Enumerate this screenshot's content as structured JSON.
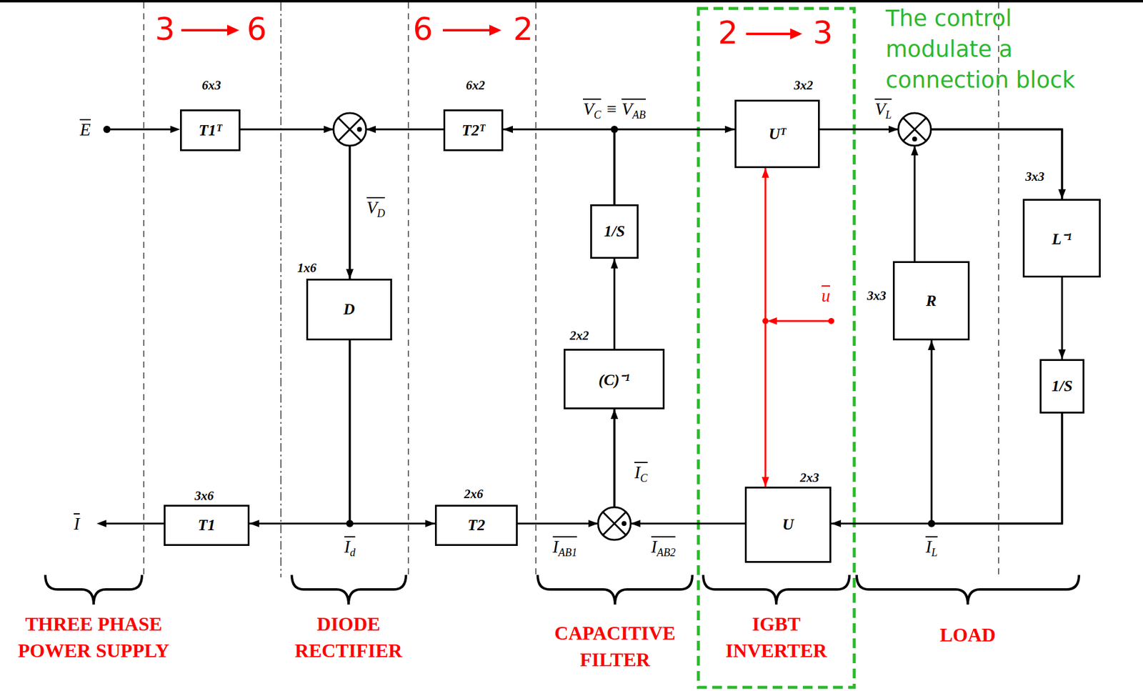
{
  "diagram": {
    "nodes": [
      {
        "text": [
          "T1ᵀ"
        ]
      },
      {
        "text": [
          "T2ᵀ"
        ]
      },
      {
        "text": [
          "Uᵀ"
        ]
      },
      {
        "text": [
          "D"
        ]
      },
      {
        "text": [
          "1/S"
        ]
      },
      {
        "text": [
          "(C)⁻¹"
        ]
      },
      {
        "text": [
          "R"
        ]
      },
      {
        "text": [
          "L⁻¹"
        ]
      },
      {
        "text": [
          "1/S"
        ]
      },
      {
        "text": [
          "T1"
        ]
      },
      {
        "text": [
          "T2"
        ]
      },
      {
        "text": [
          "U"
        ]
      }
    ],
    "edges": [
      {
        "from": 0,
        "to": 3,
        "arrow": "to"
      },
      {
        "from": 1,
        "to": 3,
        "arrow": "to"
      },
      {
        "from": 4,
        "to": 1,
        "arrow": "to"
      },
      {
        "from": 4,
        "to": 2,
        "arrow": "to"
      },
      {
        "from": 3,
        "to": 9,
        "arrow": "to"
      },
      {
        "from": 3,
        "to": 10,
        "arrow": "to"
      },
      {
        "from": 10,
        "to": 5,
        "arrow": "to"
      },
      {
        "from": 11,
        "to": 5,
        "arrow": "to"
      },
      {
        "from": 5,
        "to": 4,
        "arrow": "to"
      },
      {
        "from": 2,
        "to": 7,
        "arrow": "to"
      },
      {
        "from": 6,
        "to": 7,
        "arrow": "to"
      },
      {
        "from": 7,
        "to": 8,
        "arrow": "to"
      },
      {
        "from": 8,
        "to": 11,
        "arrow": "to"
      },
      {
        "from": 8,
        "to": 6,
        "arrow": "to"
      },
      {
        "from": 2,
        "to": 11,
        "arrow": "both"
      }
    ],
    "labels": [
      "3",
      "6",
      "6",
      "2",
      "2",
      "3",
      "The control modulate a connection block",
      "E",
      "6x3",
      "6x2",
      "VC ≡ VAB",
      "3x2",
      "VL",
      "VD",
      "1x6",
      "2x2",
      "u",
      "3x3",
      "3x3",
      "IC",
      "3x6",
      "2x6",
      "2x3",
      "I",
      "Id",
      "IAB1",
      "IAB2",
      "IL",
      "THREE PHASE POWER SUPPLY",
      "DIODE RECTIFIER",
      "CAPACITIVE FILTER",
      "IGBT INVERTER",
      "LOAD"
    ]
  }
}
